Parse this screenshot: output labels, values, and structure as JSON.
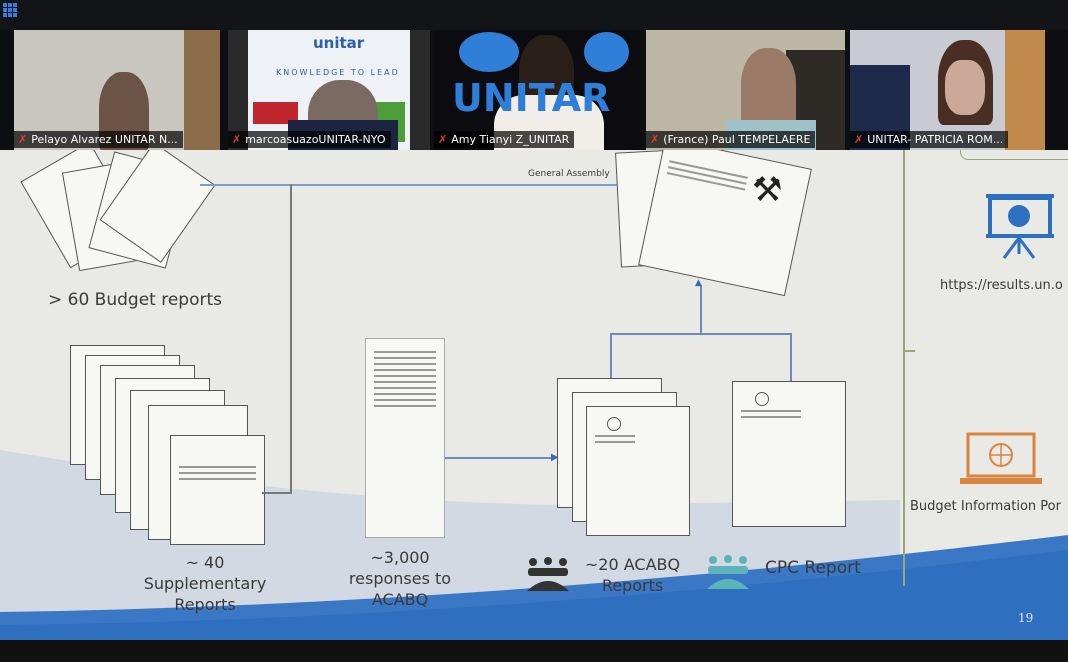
{
  "app": {
    "layout_icon": "grid-view-icon"
  },
  "participants": [
    {
      "name": "Pelayo Alvarez UNITAR N...",
      "muted": true
    },
    {
      "name": "marcoasuazoUNITAR-NYO",
      "muted": true
    },
    {
      "name": "Amy Tianyi Z_UNITAR",
      "muted": true
    },
    {
      "name": "(France) Paul TEMPELAERE",
      "muted": true
    },
    {
      "name": "UNITAR- PATRICIA ROM...",
      "muted": true
    }
  ],
  "backgrounds": {
    "unitar_logo": "unitar",
    "unitar_tagline": "KNOWLEDGE TO LEAD",
    "big_logo": "UNITAR"
  },
  "slide": {
    "general_assembly": "General Assembly",
    "budget_reports": "> 60 Budget reports",
    "supplementary": [
      "~ 40",
      "Supplementary",
      "Reports"
    ],
    "responses": [
      "~3,000",
      "responses to",
      "ACABQ"
    ],
    "acabq": [
      "~20 ACABQ",
      "Reports"
    ],
    "cpc": "CPC Report",
    "results_link": "https://results.un.o",
    "budget_portal": "Budget Information Por",
    "page_number": "19",
    "colors": {
      "blue": "#2f6fbf",
      "orange": "#d9843f",
      "teal": "#5bb5b8",
      "dark": "#333333"
    }
  }
}
